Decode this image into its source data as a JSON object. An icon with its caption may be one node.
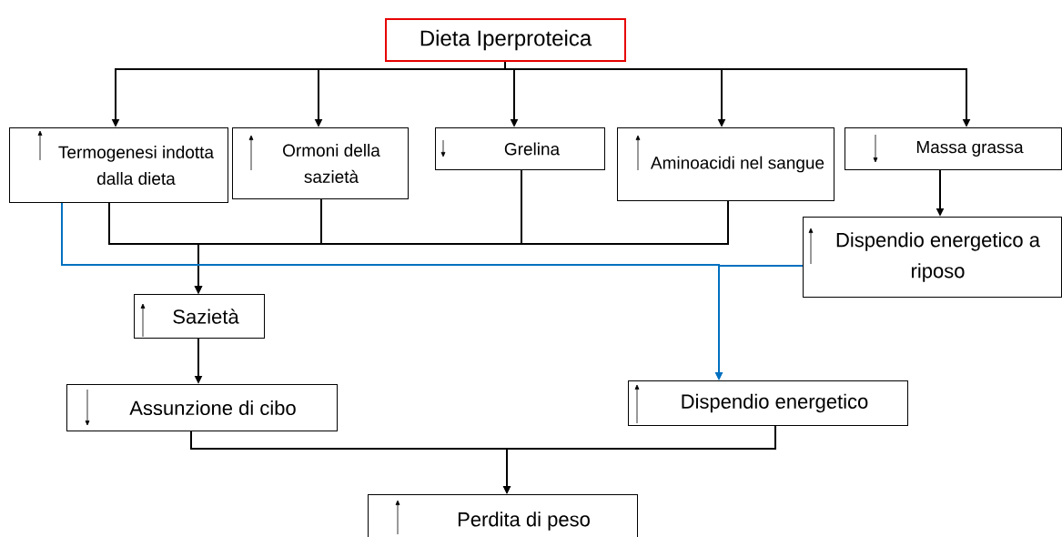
{
  "diagram": {
    "nodes": [
      {
        "text": [
          "Dieta Iperproteica"
        ]
      },
      {
        "text": [
          "Termogenesi indotta dalla dieta"
        ]
      },
      {
        "text": [
          "Ormoni della sazietà"
        ]
      },
      {
        "text": [
          "Grelina"
        ]
      },
      {
        "text": [
          "Aminoacidi nel sangue"
        ]
      },
      {
        "text": [
          "Massa grassa"
        ]
      },
      {
        "text": [
          "Dispendio energetico a riposo"
        ]
      },
      {
        "text": [
          "Sazietà"
        ]
      },
      {
        "text": [
          "Assunzione di cibo"
        ]
      },
      {
        "text": [
          "Dispendio energetico"
        ]
      },
      {
        "text": [
          "Perdita di peso"
        ]
      }
    ],
    "edges": [
      {
        "from": 0,
        "to": 1,
        "arrow": "to"
      },
      {
        "from": 0,
        "to": 2,
        "arrow": "to"
      },
      {
        "from": 0,
        "to": 3,
        "arrow": "to"
      },
      {
        "from": 0,
        "to": 4,
        "arrow": "to"
      },
      {
        "from": 0,
        "to": 5,
        "arrow": "to"
      },
      {
        "from": 5,
        "to": 6,
        "arrow": "to"
      },
      {
        "from": 1,
        "to": 7,
        "arrow": "to"
      },
      {
        "from": 2,
        "to": 7,
        "arrow": "to"
      },
      {
        "from": 3,
        "to": 7,
        "arrow": "to"
      },
      {
        "from": 4,
        "to": 7,
        "arrow": "to"
      },
      {
        "from": 1,
        "to": 9,
        "arrow": "to",
        "color": "#0070c0"
      },
      {
        "from": 6,
        "to": 9,
        "arrow": "to",
        "color": "#0070c0"
      },
      {
        "from": 7,
        "to": 8,
        "arrow": "to"
      },
      {
        "from": 8,
        "to": 10,
        "arrow": "to"
      },
      {
        "from": 9,
        "to": 10,
        "arrow": "to"
      }
    ]
  }
}
